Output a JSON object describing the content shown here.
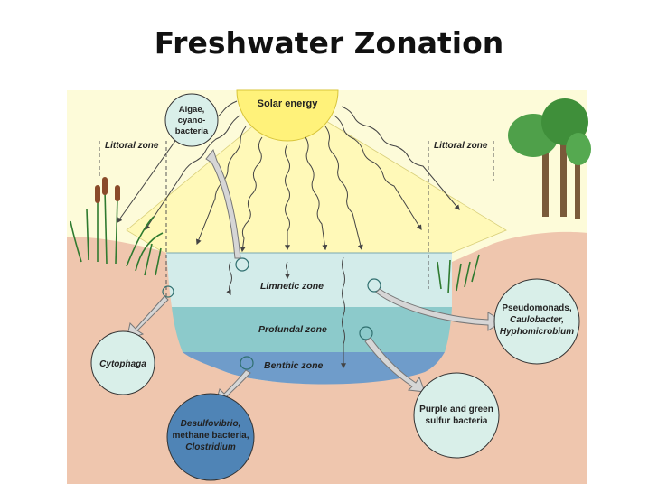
{
  "title": "Freshwater Zonation",
  "labels": {
    "solar": "Solar energy",
    "littoral_left": "Littoral zone",
    "littoral_right": "Littoral zone",
    "limnetic": "Limnetic zone",
    "profundal": "Profundal zone",
    "benthic": "Benthic zone"
  },
  "organisms": {
    "algae": [
      "Algae,",
      "cyano-",
      "bacteria"
    ],
    "cytophaga": [
      "Cytophaga"
    ],
    "pseudomonads": [
      "Pseudomonads,",
      "Caulobacter,",
      "Hyphomicrobium"
    ],
    "desulfovibrio": [
      "Desulfovibrio,",
      "methane bacteria,",
      "Clostridium"
    ],
    "purple": [
      "Purple and green",
      "sulfur bacteria"
    ]
  },
  "colors": {
    "sky": "#fdfbd9",
    "sun": "#fff27a",
    "ray_fan": "#fff9b8",
    "soil": "#efc6ae",
    "limnetic": "#d3ecea",
    "profundal": "#8ccacb",
    "benthic": "#6f9cca",
    "bubble_light": "#d9efe9",
    "bubble_dark": "#4f84b6",
    "vegetation": "#3a8c3a"
  }
}
